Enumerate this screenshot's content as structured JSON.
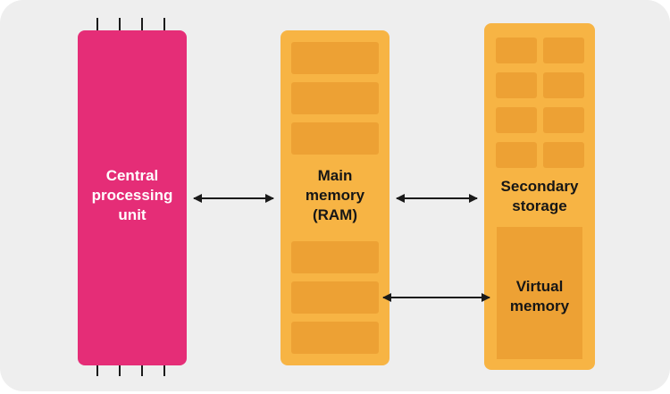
{
  "diagram": {
    "cpu": {
      "lines": [
        "Central",
        "processing",
        "unit"
      ]
    },
    "ram": {
      "lines": [
        "Main",
        "memory",
        "(RAM)"
      ]
    },
    "secondary": {
      "lines": [
        "Secondary",
        "storage"
      ]
    },
    "virtual_memory": {
      "lines": [
        "Virtual",
        "memory"
      ]
    }
  },
  "colors": {
    "background": "#eeeeee",
    "cpu": "#e52d77",
    "memory": "#f7b444",
    "memory_slot": "#eda134",
    "arrow": "#1a1a1a"
  }
}
